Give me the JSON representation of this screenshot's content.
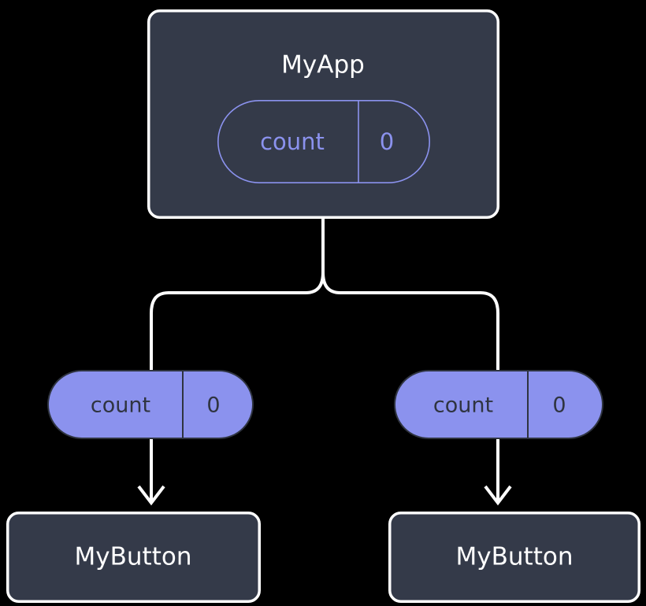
{
  "diagram": {
    "type": "component-state-tree",
    "background_color": "#000000",
    "accent_color": "#8b92ee",
    "node_fill_color": "#343a49",
    "node_border_color": "#ffffff",
    "connector_color": "#ffffff",
    "root": {
      "label": "MyApp",
      "state": {
        "key": "count",
        "value": "0",
        "style": "outlined"
      }
    },
    "branches": [
      {
        "state": {
          "key": "count",
          "value": "0",
          "style": "filled"
        },
        "child": {
          "label": "MyButton"
        }
      },
      {
        "state": {
          "key": "count",
          "value": "0",
          "style": "filled"
        },
        "child": {
          "label": "MyButton"
        }
      }
    ]
  }
}
